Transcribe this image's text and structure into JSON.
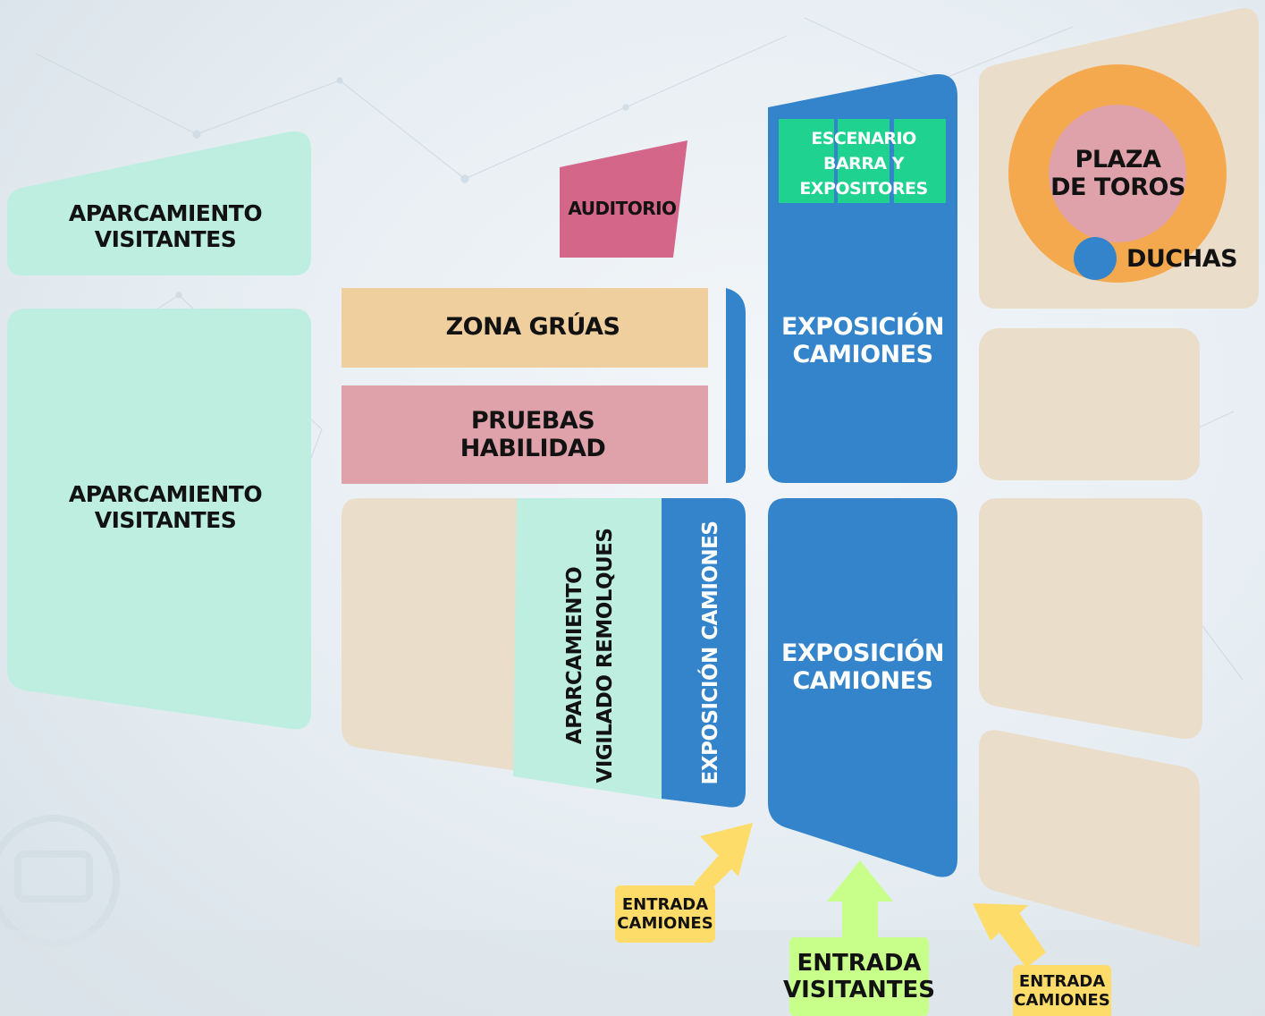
{
  "labels": {
    "parking_top": "APARCAMIENTO\nVISITANTES",
    "parking_big": "APARCAMIENTO\nVISITANTES",
    "auditorio": "AUDITORIO",
    "zona_gruas": "ZONA GRÚAS",
    "pruebas": "PRUEBAS\nHABILIDAD",
    "escenario": "ESCENARIO\nBARRA Y\nEXPOSITORES",
    "expo_top": "EXPOSICIÓN\nCAMIONES",
    "expo_bottom": "EXPOSICIÓN\nCAMIONES",
    "expo_vertical": "EXPOSICIÓN CAMIONES",
    "remolques": "APARCAMIENTO\nVIGILADO REMOLQUES",
    "plaza": "PLAZA\nDE TOROS",
    "duchas": "DUCHAS",
    "entrada_camiones_left": "ENTRADA\nCAMIONES",
    "entrada_visitantes": "ENTRADA\nVISITANTES",
    "entrada_camiones_right": "ENTRADA\nCAMIONES"
  },
  "colors": {
    "mint": "#bdeee0",
    "beige": "#eaddca",
    "sand": "#efcf9e",
    "pink": "#dfa2aa",
    "magenta": "#d4668a",
    "blue": "#3484cc",
    "green": "#1fd28f",
    "orange": "#f5a94f",
    "yellow": "#fddc6a",
    "lime": "#c7ff8a"
  }
}
